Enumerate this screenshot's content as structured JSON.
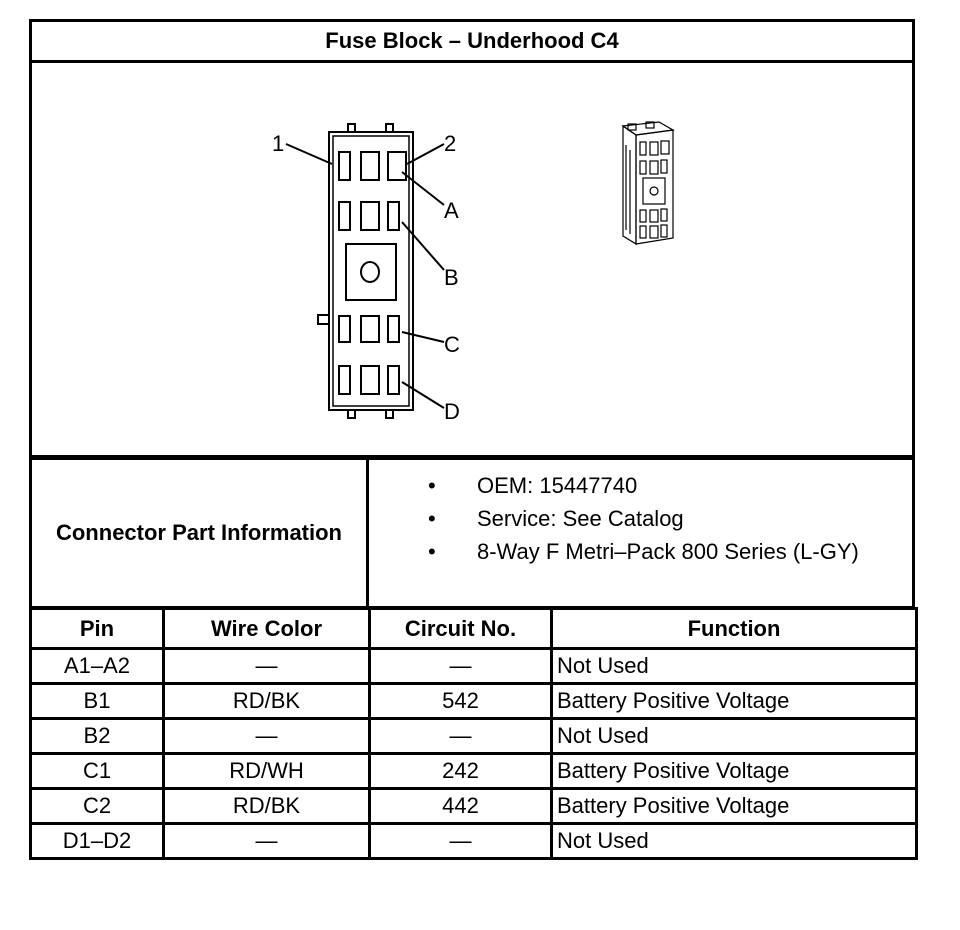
{
  "title": "Fuse Block – Underhood C4",
  "diagram": {
    "callouts": [
      "1",
      "2",
      "A",
      "B",
      "C",
      "D"
    ]
  },
  "connector_info": {
    "label": "Connector Part Information",
    "bullet": "•",
    "items": [
      "OEM: 15447740",
      "Service: See Catalog",
      "8-Way F Metri–Pack 800 Series (L-GY)"
    ]
  },
  "table": {
    "headers": [
      "Pin",
      "Wire Color",
      "Circuit No.",
      "Function"
    ],
    "rows": [
      {
        "pin": "A1–A2",
        "wire": "—",
        "circuit": "—",
        "function": "Not Used"
      },
      {
        "pin": "B1",
        "wire": "RD/BK",
        "circuit": "542",
        "function": "Battery Positive Voltage"
      },
      {
        "pin": "B2",
        "wire": "—",
        "circuit": "—",
        "function": "Not Used"
      },
      {
        "pin": "C1",
        "wire": "RD/WH",
        "circuit": "242",
        "function": "Battery Positive Voltage"
      },
      {
        "pin": "C2",
        "wire": "RD/BK",
        "circuit": "442",
        "function": "Battery Positive Voltage"
      },
      {
        "pin": "D1–D2",
        "wire": "—",
        "circuit": "—",
        "function": "Not Used"
      }
    ]
  }
}
